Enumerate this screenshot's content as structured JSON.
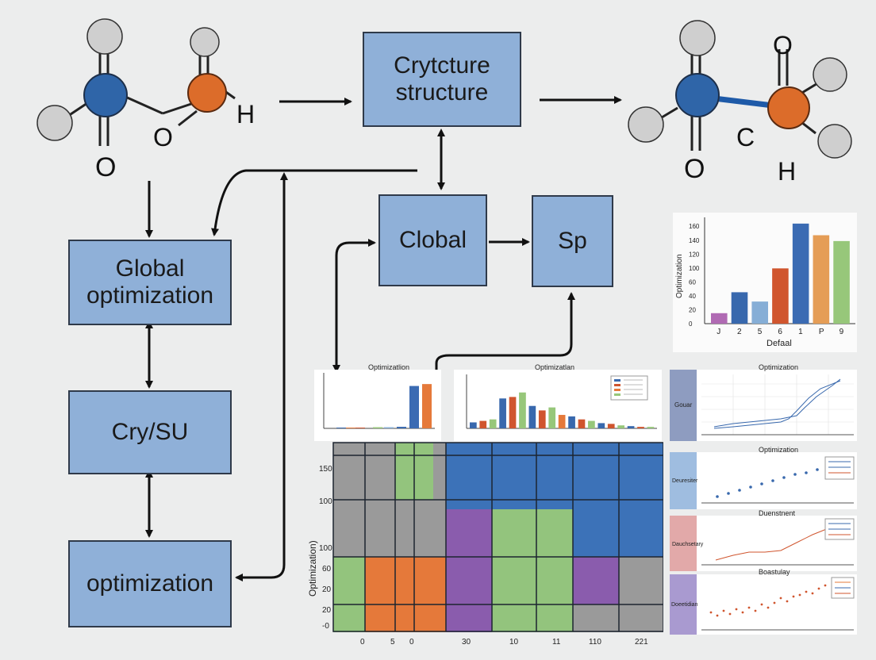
{
  "boxes": {
    "top": "Crytcture structure",
    "global_opt": "Global optimization",
    "clobal": "Clobal",
    "sp": "Sp",
    "crysu": "Cry/SU",
    "optimization": "optimization"
  },
  "molecule_left": {
    "labels": [
      "O",
      "O",
      "H"
    ]
  },
  "molecule_right": {
    "labels": [
      "O",
      "O",
      "C",
      "H"
    ]
  },
  "bar_chart_right": {
    "ylabel": "Optimization",
    "xlabel": "Defaal",
    "yticks": [
      "0",
      "20",
      "40",
      "60",
      "100",
      "120",
      "140",
      "160"
    ],
    "categories": [
      "J",
      "2",
      "5",
      "6",
      "1",
      "P",
      "9"
    ]
  },
  "small_chart_1_title": "Optimizatlion",
  "small_chart_2_title": "Optimizatlan",
  "line_panels": {
    "p1_title": "Optimization",
    "p1_label": "Gouar",
    "p2_title": "Optimization",
    "p2_label": "Deuresiter",
    "p3_title": "Duenstnent",
    "p3_label": "Dauchsetary",
    "p4_title": "Boastulay",
    "p4_label": "Doeetidian"
  },
  "heatmap": {
    "ylabel": "Optimization)",
    "yticks": [
      "150",
      "100",
      "100",
      "60",
      "20",
      "20",
      "-0"
    ],
    "xticks": [
      "0",
      "5",
      "0",
      "30",
      "10",
      "11",
      "110",
      "221"
    ],
    "colors": {
      "gray": "#9a9a9a",
      "green": "#93c47d",
      "blue": "#3c72b8",
      "purple": "#8a5cad",
      "orange": "#e5793a"
    }
  },
  "chart_data": [
    {
      "type": "bar",
      "title": "",
      "xlabel": "Defaal",
      "ylabel": "Optimization",
      "categories": [
        "J",
        "2",
        "5",
        "6",
        "1",
        "P",
        "9"
      ],
      "values": [
        18,
        54,
        38,
        95,
        172,
        152,
        142
      ],
      "colors": [
        "#b06ab3",
        "#3868ad",
        "#86aed6",
        "#d0552e",
        "#3b6bb3",
        "#e59d56",
        "#97c77a"
      ],
      "ylim": [
        0,
        180
      ]
    },
    {
      "type": "bar",
      "title": "Optimizatlion",
      "values": [
        2,
        2,
        2,
        3,
        3,
        4,
        110,
        115
      ],
      "colors": [
        "#3868ad",
        "#e5793a",
        "#d0552e",
        "#97c77a",
        "#86aed6",
        "#3868ad",
        "#3b6bb3",
        "#e5793a"
      ],
      "ylim": [
        0,
        140
      ]
    },
    {
      "type": "bar",
      "title": "Optimizatlan",
      "values": [
        8,
        10,
        12,
        40,
        42,
        48,
        30,
        24,
        28,
        18,
        16,
        12,
        10,
        7,
        6,
        4,
        3,
        2,
        2
      ],
      "colors": [
        "#3868ad",
        "#d0552e",
        "#97c77a",
        "#3868ad",
        "#d0552e",
        "#97c77a",
        "#3868ad",
        "#d0552e",
        "#97c77a",
        "#e5793a",
        "#3868ad",
        "#d0552e",
        "#97c77a",
        "#3868ad",
        "#d0552e",
        "#97c77a",
        "#3868ad",
        "#d0552e",
        "#97c77a"
      ],
      "ylim": [
        0,
        70
      ]
    }
  ]
}
